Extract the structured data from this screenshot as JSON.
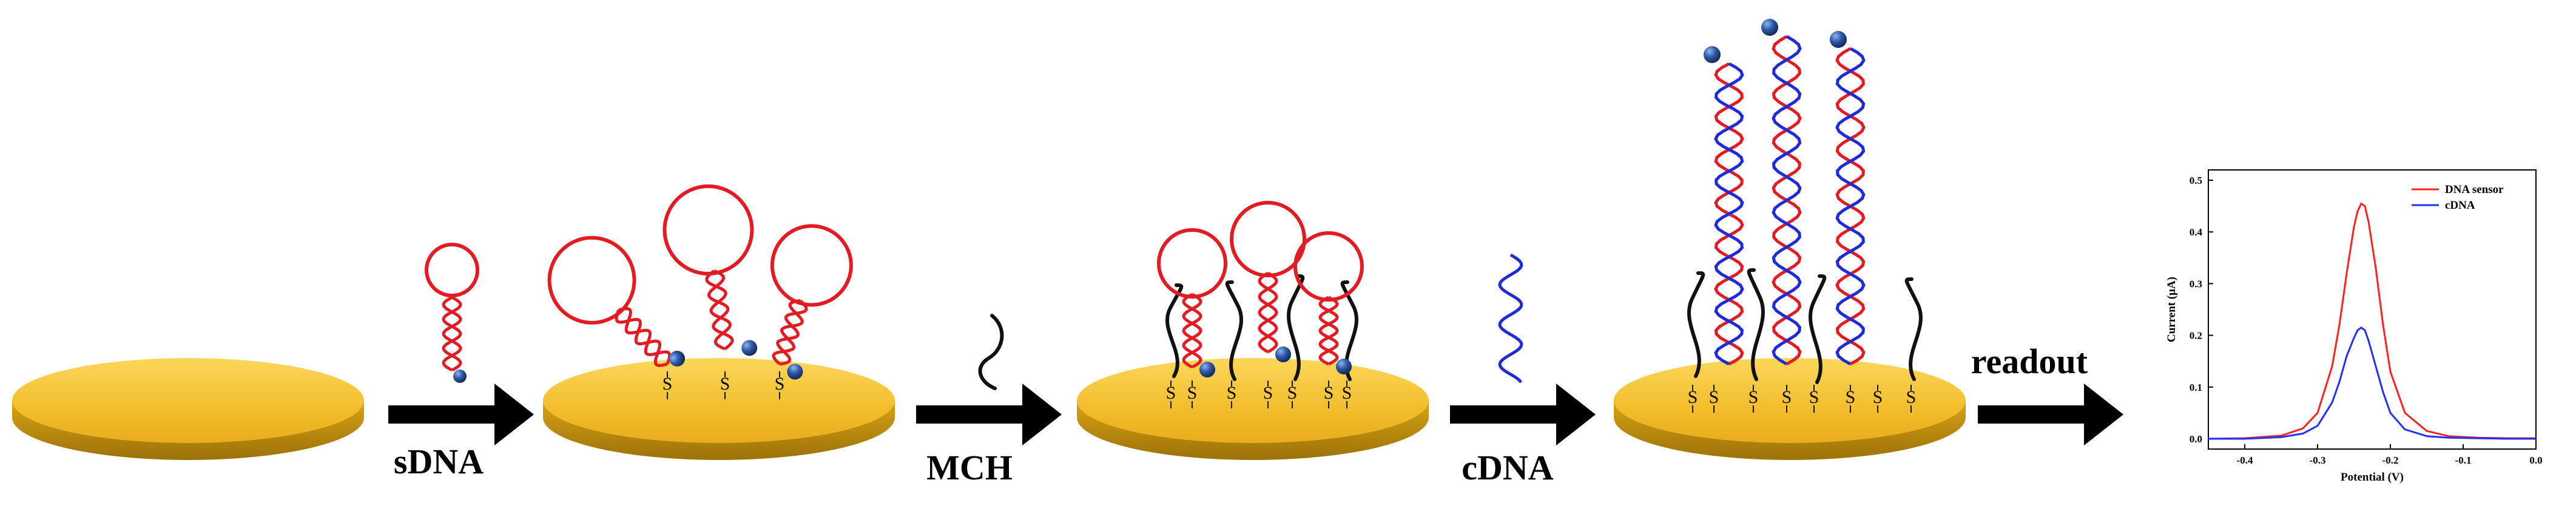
{
  "steps": {
    "step1_label": "sDNA",
    "step2_label": "MCH",
    "step3_label": "cDNA",
    "step4_label": "readout"
  },
  "surface_marker": "S",
  "colors": {
    "gold_top": "#f6c432",
    "gold_side": "#c8950f",
    "hairpin": "#e31b23",
    "complement": "#1f2bd8",
    "mch": "#111111",
    "ferrocene": "#2e5aa8",
    "arrow": "#000000"
  },
  "chart_data": {
    "type": "line",
    "xlabel": "Potential (V)",
    "ylabel": "Current (μA)",
    "xlim": [
      -0.45,
      0.0
    ],
    "ylim": [
      -0.02,
      0.52
    ],
    "xticks": [
      "-0.4",
      "-0.3",
      "-0.2",
      "-0.1",
      "0.0"
    ],
    "xtick_values": [
      -0.4,
      -0.3,
      -0.2,
      -0.1,
      0.0
    ],
    "yticks": [
      "0.0",
      "0.1",
      "0.2",
      "0.3",
      "0.4",
      "0.5"
    ],
    "ytick_values": [
      0.0,
      0.1,
      0.2,
      0.3,
      0.4,
      0.5
    ],
    "legend_position": "top-right",
    "series": [
      {
        "name": "DNA sensor",
        "color": "#ff2020",
        "x": [
          -0.45,
          -0.4,
          -0.35,
          -0.32,
          -0.3,
          -0.28,
          -0.27,
          -0.26,
          -0.25,
          -0.245,
          -0.24,
          -0.235,
          -0.23,
          -0.22,
          -0.21,
          -0.2,
          -0.18,
          -0.15,
          -0.12,
          -0.08,
          -0.04,
          0.0
        ],
        "y": [
          0.0,
          0.001,
          0.006,
          0.02,
          0.05,
          0.14,
          0.22,
          0.32,
          0.41,
          0.44,
          0.455,
          0.45,
          0.42,
          0.33,
          0.22,
          0.13,
          0.05,
          0.015,
          0.005,
          0.002,
          0.001,
          0.001
        ]
      },
      {
        "name": "cDNA",
        "color": "#2030ff",
        "x": [
          -0.45,
          -0.4,
          -0.35,
          -0.32,
          -0.3,
          -0.28,
          -0.27,
          -0.26,
          -0.25,
          -0.245,
          -0.24,
          -0.235,
          -0.23,
          -0.22,
          -0.21,
          -0.2,
          -0.18,
          -0.15,
          -0.12,
          -0.08,
          -0.04,
          0.0
        ],
        "y": [
          0.0,
          0.0,
          0.003,
          0.01,
          0.025,
          0.07,
          0.11,
          0.16,
          0.195,
          0.21,
          0.215,
          0.21,
          0.19,
          0.14,
          0.09,
          0.05,
          0.018,
          0.005,
          0.002,
          0.001,
          0.0,
          0.0
        ]
      }
    ]
  }
}
